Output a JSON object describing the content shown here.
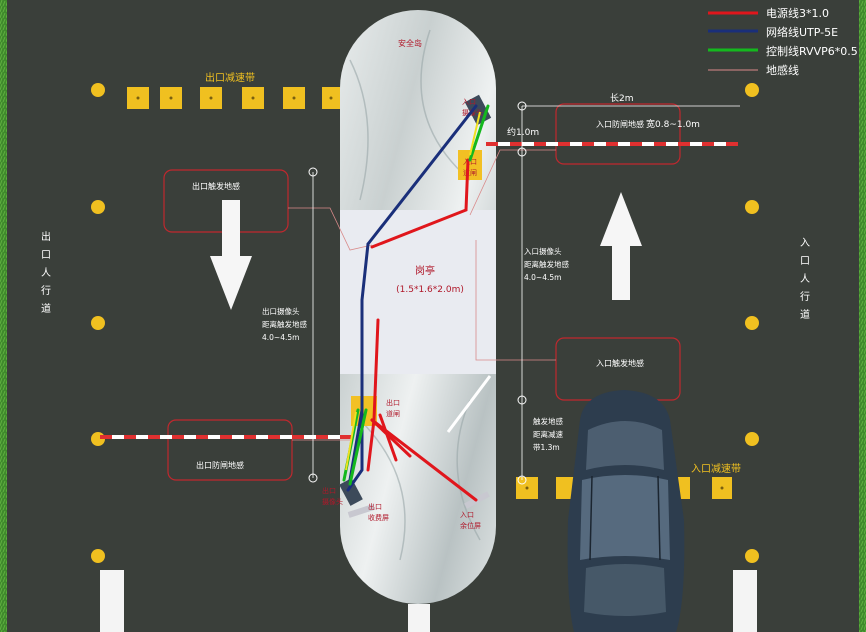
{
  "legend": {
    "items": [
      {
        "label": "电源线3*1.0",
        "color": "#e0161c"
      },
      {
        "label": "网络线UTP-5E",
        "color": "#1a2f7a"
      },
      {
        "label": "控制线RVVP6*0.5",
        "color": "#14b81e"
      },
      {
        "label": "地感线",
        "color": "#d98a8a"
      }
    ]
  },
  "labels": {
    "exit_speed_bump": "出口减速带",
    "entry_speed_bump": "入口减速带",
    "exit_sidewalk": "出\n口\n人\n行\n道",
    "entry_sidewalk": "入\n口\n人\n行\n道",
    "safety_island": "安全岛",
    "booth": "岗亭",
    "booth_size": "(1.5*1.6*2.0m)",
    "entry_camera": "入口\n摄像头",
    "entry_gate": "入口\n道闸",
    "exit_gate": "出口\n道闸",
    "exit_camera": "出口\n摄像头",
    "exit_fee_screen": "出口\n收费屏",
    "entry_remaining_screen": "入口\n余位屏",
    "exit_trigger_loop": "出口触发地感",
    "exit_anti_smash_loop": "出口防闸地感",
    "entry_anti_smash_loop": "入口防闸地感",
    "entry_trigger_loop": "入口触发地感",
    "length_2m": "长2m",
    "width_range": "宽0.8~1.0m",
    "approx_1m": "约1.0m",
    "exit_camera_dist": "出口摄像头\n距离触发地感\n4.0~4.5m",
    "entry_camera_dist": "入口摄像头\n距离触发地感\n4.0~4.5m",
    "trigger_bump_dist": "触发地感\n距离减速\n带1.3m"
  },
  "colors": {
    "road": "#3a3f3a",
    "grass": "#3f8a2c",
    "power": "#e0161c",
    "network": "#1a2f7a",
    "control": "#14b81e",
    "loop": "#d98a8a",
    "bump": "#f0c020",
    "annotation": "#ffffff",
    "label_red": "#b0182a"
  }
}
